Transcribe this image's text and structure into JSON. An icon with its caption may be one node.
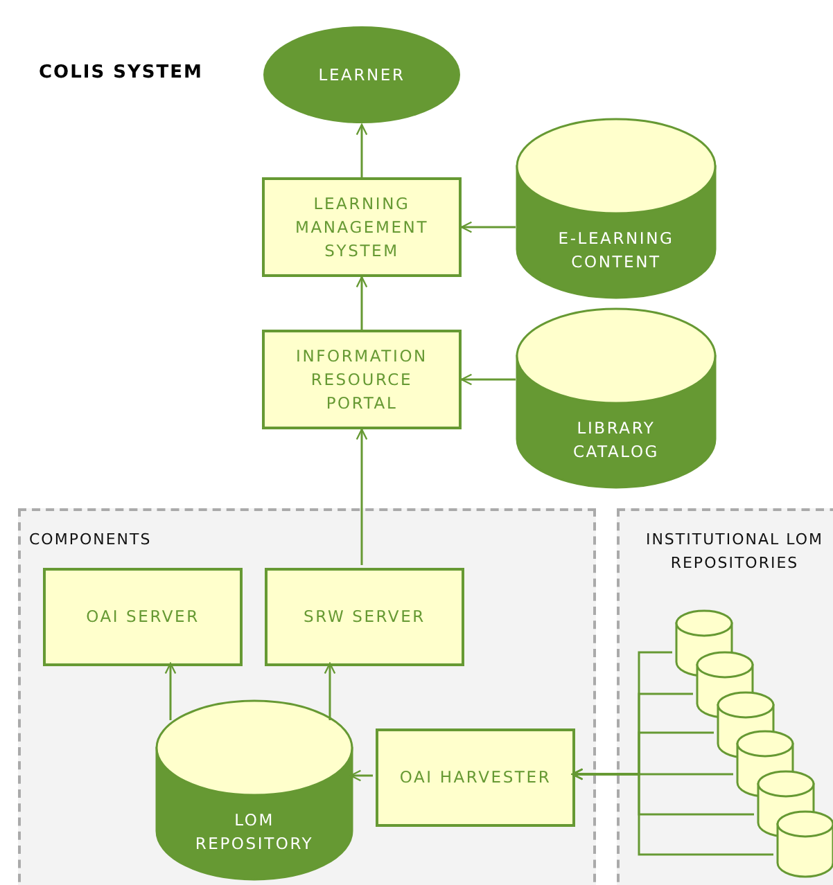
{
  "diagram": {
    "title": "COLIS SYSTEM",
    "nodes": [
      {
        "text": [
          "LEARNER"
        ]
      },
      {
        "text": [
          "LEARNING MANAGEMENT SYSTEM"
        ]
      },
      {
        "text": [
          "E-LEARNING CONTENT"
        ]
      },
      {
        "text": [
          "INFORMATION RESOURCE PORTAL"
        ]
      },
      {
        "text": [
          "LIBRARY CATALOG"
        ]
      },
      {
        "text": [
          "COMPONENTS"
        ]
      },
      {
        "text": [
          "OAI SERVER"
        ],
        "in": 5
      },
      {
        "text": [
          "SRW SERVER"
        ],
        "in": 5
      },
      {
        "text": [
          "LOM REPOSITORY"
        ],
        "in": 5
      },
      {
        "text": [
          "OAI HARVESTER"
        ],
        "in": 5
      },
      {
        "text": [
          "INSTITUTIONAL LOM REPOSITORIES"
        ]
      },
      {
        "text": [],
        "shape": "cylinder",
        "in": 10
      },
      {
        "text": [],
        "shape": "cylinder",
        "in": 10
      },
      {
        "text": [],
        "shape": "cylinder",
        "in": 10
      },
      {
        "text": [],
        "shape": "cylinder",
        "in": 10
      },
      {
        "text": [],
        "shape": "cylinder",
        "in": 10
      },
      {
        "text": [],
        "shape": "cylinder",
        "in": 10
      }
    ],
    "edges": [
      {
        "from": 1,
        "to": 0,
        "arrow": "to"
      },
      {
        "from": 2,
        "to": 1,
        "arrow": "to"
      },
      {
        "from": 3,
        "to": 1,
        "arrow": "to"
      },
      {
        "from": 4,
        "to": 3,
        "arrow": "to"
      },
      {
        "from": 7,
        "to": 3,
        "arrow": "to"
      },
      {
        "from": 8,
        "to": 6,
        "arrow": "to"
      },
      {
        "from": 8,
        "to": 7,
        "arrow": "to"
      },
      {
        "from": 9,
        "to": 8,
        "arrow": "to"
      },
      {
        "from": 11,
        "to": 9,
        "arrow": "to"
      },
      {
        "from": 12,
        "to": 9,
        "arrow": "to"
      },
      {
        "from": 13,
        "to": 9,
        "arrow": "to"
      },
      {
        "from": 14,
        "to": 9,
        "arrow": "to"
      },
      {
        "from": 15,
        "to": 9,
        "arrow": "to"
      },
      {
        "from": 16,
        "to": 9,
        "arrow": "to"
      }
    ]
  }
}
